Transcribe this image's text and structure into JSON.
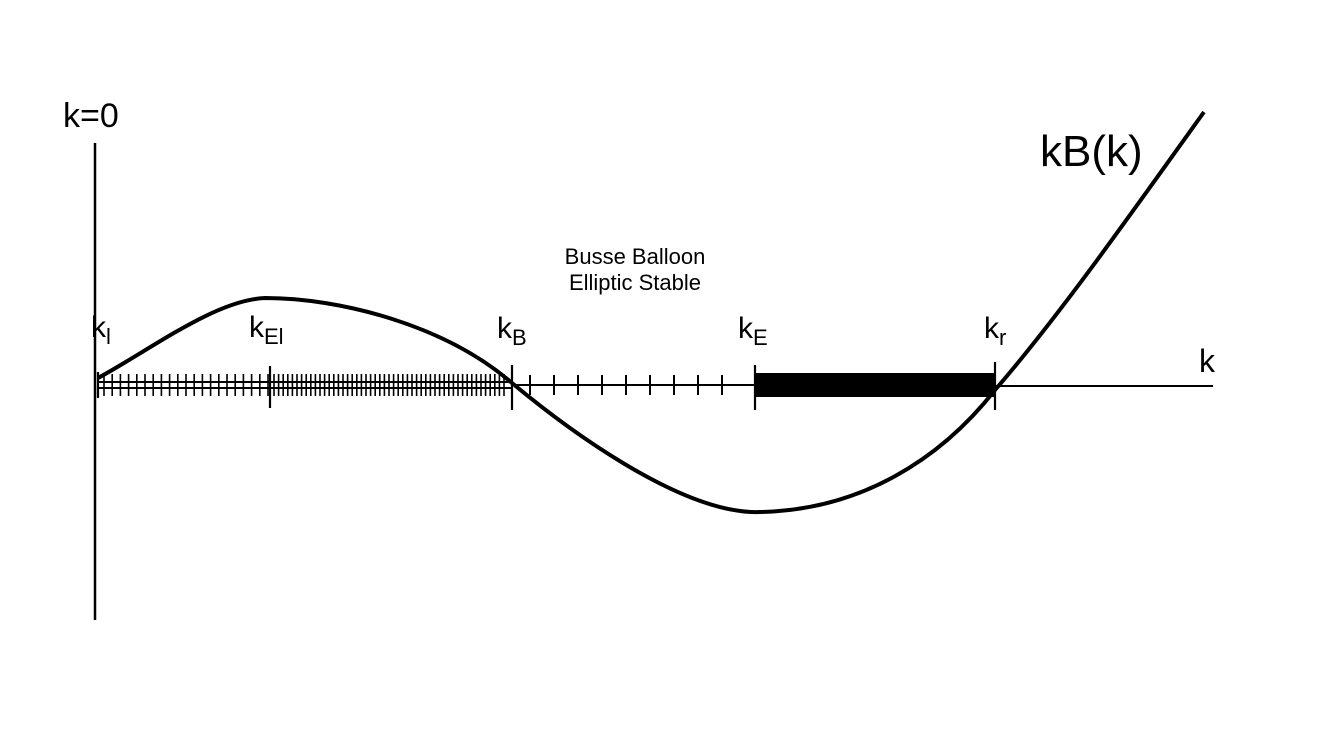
{
  "diagram": {
    "vertical_axis_label": "k=0",
    "horizontal_axis_label": "k",
    "curve_label": "kB(k)",
    "region_title": [
      "Busse Balloon",
      "Elliptic Stable"
    ],
    "markers": [
      {
        "id": "kl",
        "base": "k",
        "sub": "l"
      },
      {
        "id": "kEl",
        "base": "k",
        "sub": "El"
      },
      {
        "id": "kB",
        "base": "k",
        "sub": "B"
      },
      {
        "id": "kE",
        "base": "k",
        "sub": "E"
      },
      {
        "id": "kr",
        "base": "k",
        "sub": "r"
      }
    ],
    "colors": {
      "ink": "#000000",
      "background": "#ffffff"
    }
  }
}
